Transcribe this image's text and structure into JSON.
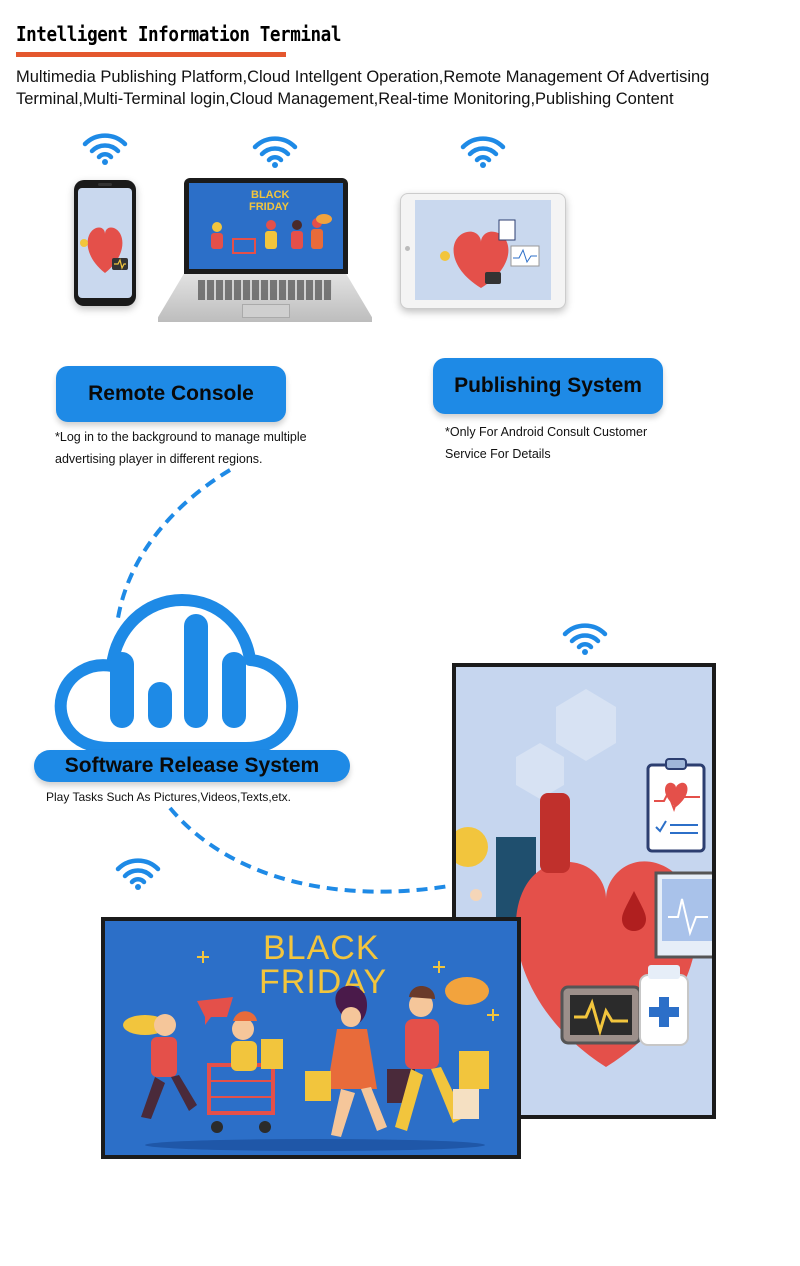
{
  "header": {
    "title": "Intelligent Information Terminal",
    "subtitle": "Multimedia Publishing Platform,Cloud Intellgent Operation,Remote Management Of Advertising Terminal,Multi-Terminal login,Cloud Management,Real-time Monitoring,Publishing Content"
  },
  "remote_console": {
    "label": "Remote Console",
    "note_line1": "*Log in to the background to manage multiple",
    "note_line2": "advertising player in different regions."
  },
  "publishing_system": {
    "label": "Publishing System",
    "note_line1": "*Only For Android Consult Customer",
    "note_line2": "Service For Details"
  },
  "software_release": {
    "label": "Software Release System",
    "note": "Play Tasks Such As Pictures,Videos,Texts,etx."
  },
  "poster": {
    "line1": "BLACK",
    "line2": "FRIDAY"
  },
  "colors": {
    "accent_blue": "#1e8ae6",
    "title_bar": "#e4572e",
    "poster_bg": "#2c6fc8",
    "poster_text": "#f2c53d"
  },
  "icons": [
    "wifi-icon",
    "cloud-chart-icon",
    "heart-icon",
    "monitor-icon"
  ]
}
